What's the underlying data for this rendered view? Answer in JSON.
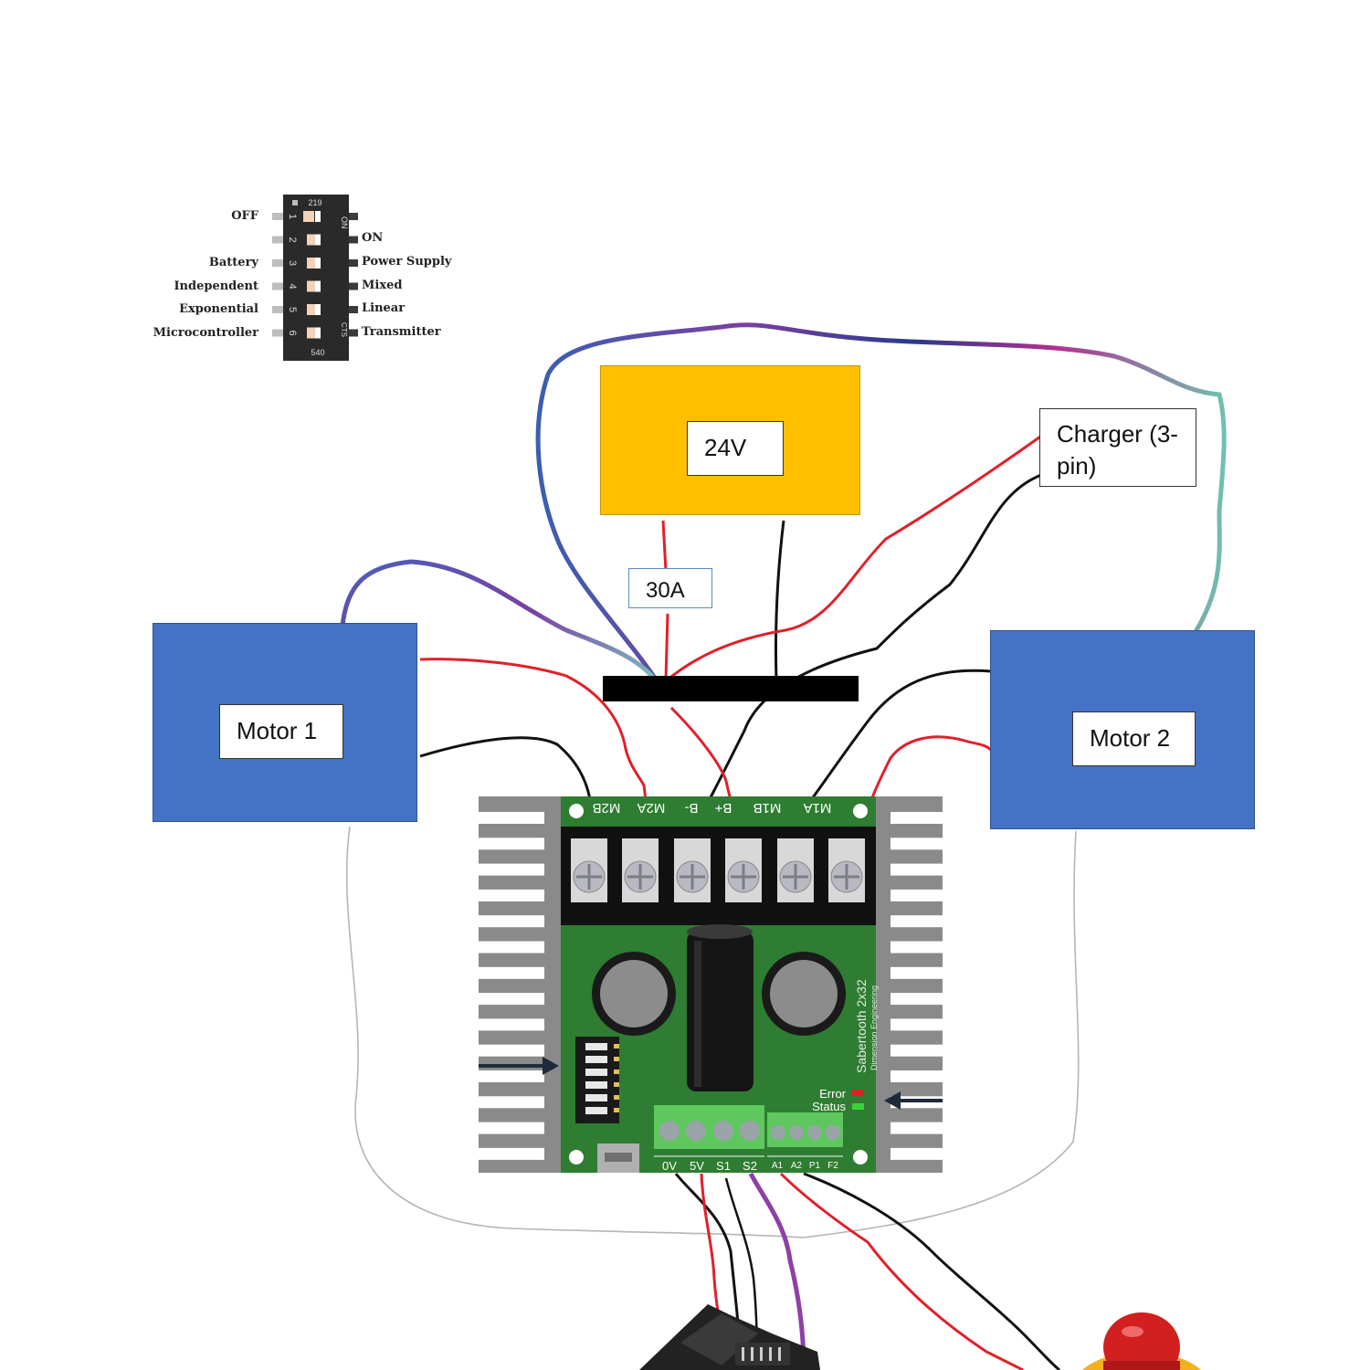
{
  "dip_switch": {
    "top_code": "219",
    "bottom_code": "540",
    "on_mark": "ON",
    "cts_mark": "CTS",
    "numbers": [
      "1",
      "2",
      "3",
      "4",
      "5",
      "6"
    ],
    "left_labels": [
      "OFF",
      "",
      "Battery",
      "Independent",
      "Exponential",
      "Microcontroller"
    ],
    "right_labels": [
      "",
      "ON",
      "Power Supply",
      "Mixed",
      "Linear",
      "Transmitter"
    ]
  },
  "battery": {
    "label": "24V",
    "color": "#FFC000"
  },
  "fuse": {
    "label": "30A"
  },
  "charger": {
    "label": "Charger (3-pin)"
  },
  "motor1": {
    "label": "Motor 1",
    "color": "#4472C4"
  },
  "motor2": {
    "label": "Motor 2",
    "color": "#4472C4"
  },
  "controller": {
    "top_terminals": [
      "M2B",
      "M2A",
      "B-",
      "B+",
      "M1B",
      "M1A"
    ],
    "bottom_terminals_left": [
      "0V",
      "5V",
      "S1",
      "S2"
    ],
    "bottom_terminals_right": [
      "A1",
      "A2",
      "P1",
      "F2"
    ],
    "brand": "Sabertooth 2x32",
    "maker": "Dimension Engineering",
    "led_error": "Error",
    "led_status": "Status",
    "board_color": "#2E7D32"
  },
  "wire_colors": {
    "positive": "#E0202A",
    "negative": "#111111",
    "galaxy": "#7B3FA0",
    "signal": "#8E3FA8",
    "sensor": "#B0B0B0"
  }
}
